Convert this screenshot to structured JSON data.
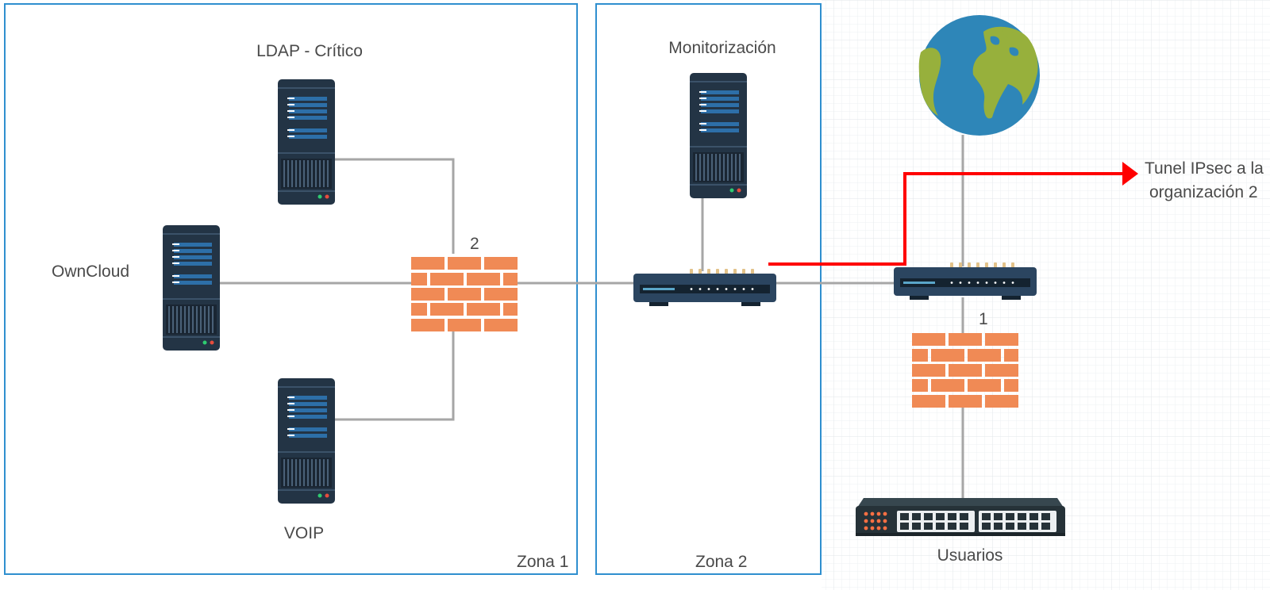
{
  "zones": {
    "zone1": "Zona 1",
    "zone2": "Zona 2"
  },
  "nodes": {
    "ldap": "LDAP - Crítico",
    "owncloud": "OwnCloud",
    "voip": "VOIP",
    "monitor": "Monitorización",
    "users": "Usuarios"
  },
  "firewalls": {
    "inner_number": "2",
    "outer_number": "1"
  },
  "tunnel": {
    "line1": "Tunel IPsec a la",
    "line2": "organización 2",
    "color": "#ff0000"
  },
  "colors": {
    "zone_border": "#2f8fcf",
    "link": "#a6a6a6",
    "brick": "#f08a55",
    "server": "#233445",
    "router": "#2b4560",
    "globe_ocean": "#2e86b8",
    "globe_land": "#97b03c"
  },
  "icons": [
    "server-icon",
    "firewall-icon",
    "router-icon",
    "globe-icon",
    "switch-icon"
  ]
}
